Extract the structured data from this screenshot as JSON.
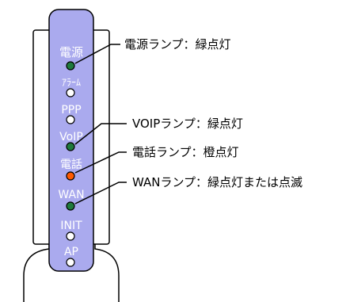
{
  "colors": {
    "device_face": "#aaaaee",
    "device_outline": "#000000",
    "label_text": "#ffffff",
    "lamp_green": "#1e7a3c",
    "lamp_orange": "#ff5a00",
    "lamp_off": "#ffffff",
    "callout_line": "#000000"
  },
  "lamps": [
    {
      "id": "power",
      "label": "電源",
      "color": "green"
    },
    {
      "id": "alarm",
      "label": "ｱﾗｰﾑ",
      "color": "off"
    },
    {
      "id": "ppp",
      "label": "PPP",
      "color": "off"
    },
    {
      "id": "voip",
      "label": "VoIP",
      "color": "green"
    },
    {
      "id": "phone",
      "label": "電話",
      "color": "orange"
    },
    {
      "id": "wan",
      "label": "WAN",
      "color": "green"
    },
    {
      "id": "init",
      "label": "INIT",
      "color": "off"
    },
    {
      "id": "ap",
      "label": "AP",
      "color": "off"
    }
  ],
  "callouts": {
    "power": "電源ランプ：緑点灯",
    "voip": "VOIPランプ：緑点灯",
    "phone": "電話ランプ：橙点灯",
    "wan": "WANランプ：緑点灯または点滅"
  }
}
